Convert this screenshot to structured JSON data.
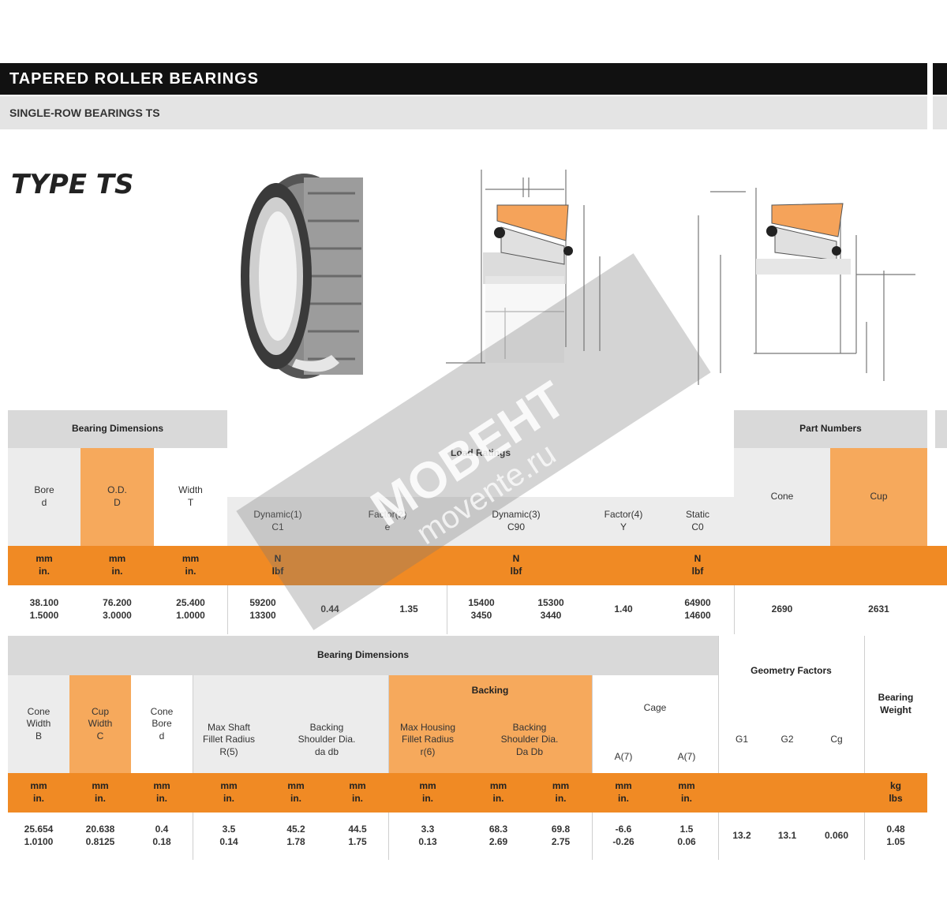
{
  "header": {
    "title": "TAPERED ROLLER BEARINGS",
    "subtitle": "SINGLE-ROW BEARINGS TS"
  },
  "type_label": "TYPE TS",
  "table1": {
    "group_bearing_dimensions": "Bearing Dimensions",
    "group_load_ratings": "Load Ratings",
    "group_part_numbers": "Part Numbers",
    "bore_label": "Bore\nd",
    "od_label": "O.D.\nD",
    "width_label": "Width\nT",
    "dynamic_c1_label": "Dynamic(1)\nC1",
    "factor_e_label": "Factor(2)\ne",
    "dynamic_c90_label": "Dynamic(3)\nC90",
    "factor_y_label": "Factor(4)\nY",
    "static_c0_label": "Static\nC0",
    "cone_label": "Cone",
    "cup_label": "Cup",
    "unit_mm": "mm\nin.",
    "unit_n": "N\nlbf",
    "row": {
      "bore": "38.100\n1.5000",
      "od": "76.200\n3.0000",
      "width": "25.400\n1.0000",
      "c1": "59200\n13300",
      "e": "0.44",
      "e2": "1.35",
      "c90": "15400\n3450",
      "y_val": "15300\n3440",
      "y": "1.40",
      "c0": "64900\n14600",
      "cone": "2690",
      "cup": "2631"
    }
  },
  "table2": {
    "group_bearing_dimensions": "Bearing Dimensions",
    "group_backing": "Backing",
    "group_geometry": "Geometry Factors",
    "cone_width_label": "Cone\nWidth\nB",
    "cup_width_label": "Cup\nWidth\nC",
    "cone_bore_label": "Cone\nBore\nd",
    "max_shaft_label": "Max Shaft\nFillet Radius\nR(5)",
    "backing_shoulder_label": "Backing\nShoulder Dia.\nda      db",
    "max_housing_label": "Max Housing\nFillet Radius\nr(6)",
    "backing_housing_label": "Backing\nShoulder Dia.\nDa      Db",
    "cage_label": "Cage",
    "a_label": "A(7)",
    "a2_label": "A(7)",
    "g1_label": "G1",
    "g2_label": "G2",
    "cg_label": "Cg",
    "bearing_weight_label": "Bearing\nWeight",
    "unit_mm": "mm\nin.",
    "unit_kg": "kg\nlbs",
    "row": {
      "cone_width": "25.654\n1.0100",
      "cup_width": "20.638\n0.8125",
      "cone_bore": "0.4\n0.18",
      "shaft_fillet": "3.5\n0.14",
      "da": "45.2\n1.78",
      "db": "44.5\n1.75",
      "housing_fillet": "3.3\n0.13",
      "Da": "68.3\n2.69",
      "Db": "69.8\n2.75",
      "a1": "-6.6\n-0.26",
      "a2": "1.5\n0.06",
      "g1": "13.2",
      "g2": "13.1",
      "cg": "0.060",
      "weight": "0.48\n1.05"
    }
  },
  "watermark": {
    "brand": "МОВЕНТ",
    "url": "movente.ru"
  },
  "colors": {
    "accent_orange": "#f08a24",
    "light_orange": "#f6a95c",
    "header_black": "#111111",
    "header_gray": "#d9d9d9"
  }
}
